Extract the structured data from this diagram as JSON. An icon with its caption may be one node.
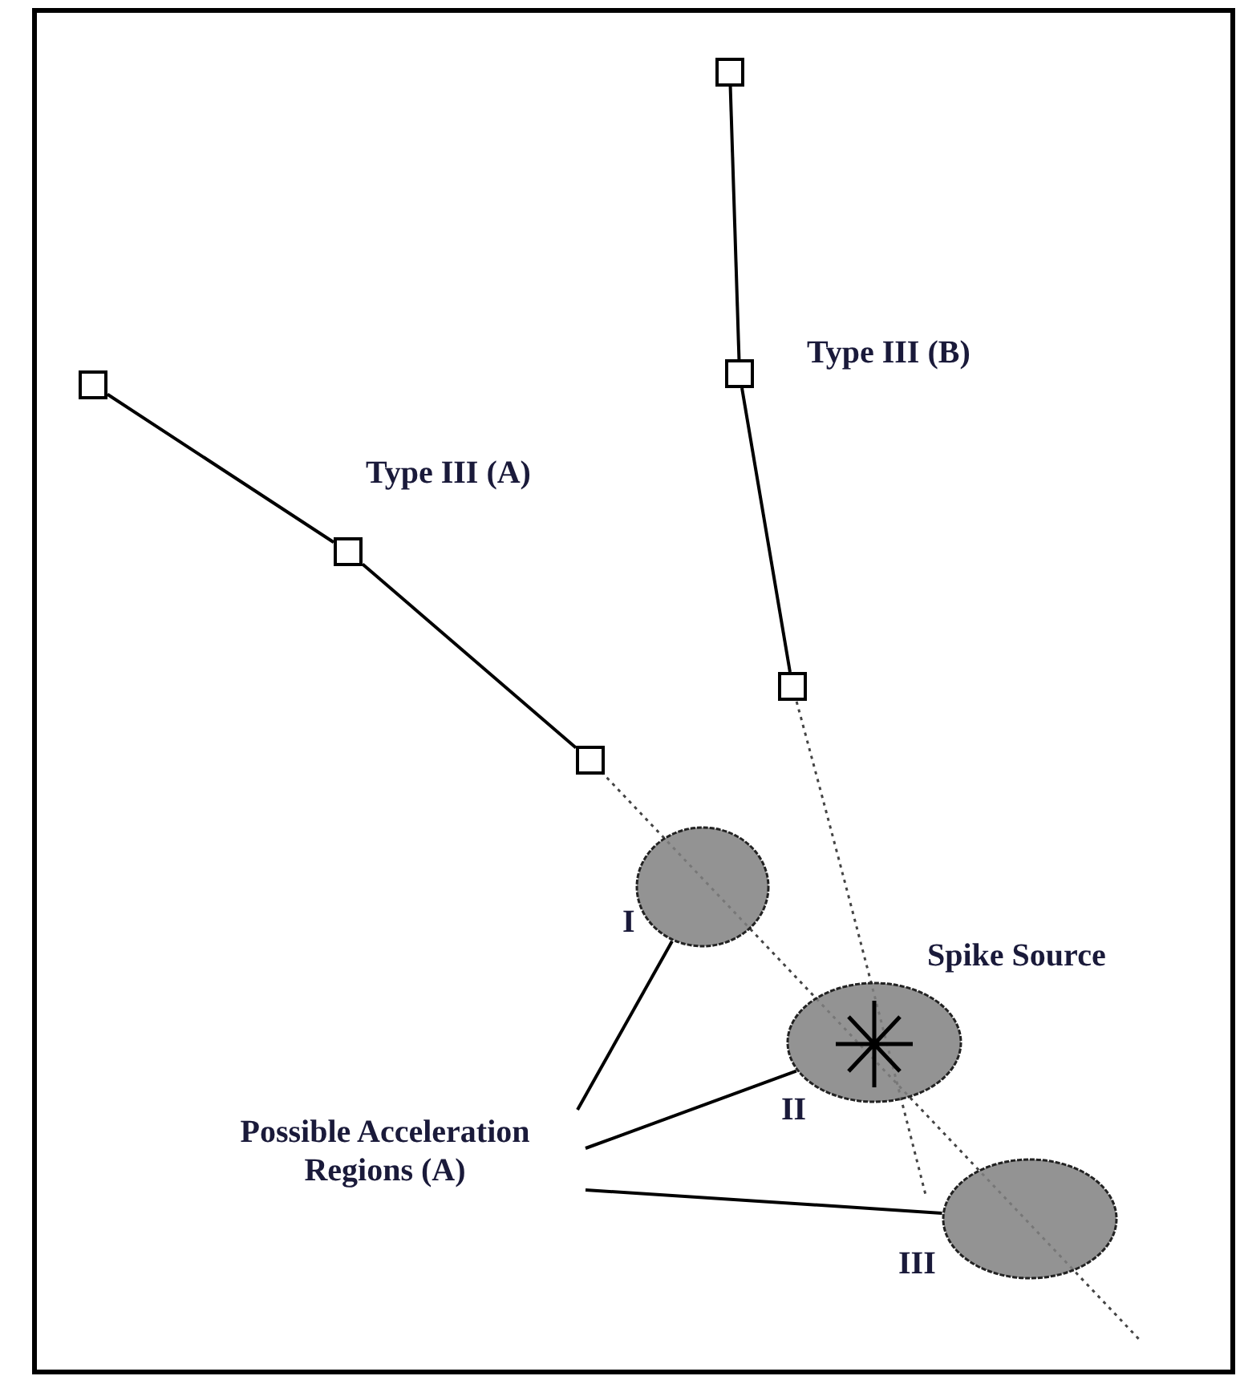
{
  "diagram": {
    "nodes": [
      {
        "text": [],
        "shape": "box"
      },
      {
        "text": [],
        "shape": "box"
      },
      {
        "text": [],
        "shape": "box"
      },
      {
        "text": [],
        "shape": "box"
      },
      {
        "text": [],
        "shape": "box"
      },
      {
        "text": [],
        "shape": "box"
      },
      {
        "text": [
          "I"
        ]
      },
      {
        "text": [
          "II"
        ]
      },
      {
        "text": [
          "III"
        ]
      },
      {
        "text": [
          "Possible Acceleration Regions (A)"
        ]
      }
    ],
    "edges": [
      {
        "from": 0,
        "to": 1,
        "arrow": "none"
      },
      {
        "from": 1,
        "to": 2,
        "arrow": "none"
      },
      {
        "from": 3,
        "to": 4,
        "arrow": "none"
      },
      {
        "from": 4,
        "to": 5,
        "arrow": "none"
      },
      {
        "from": 9,
        "to": 6,
        "arrow": "none"
      },
      {
        "from": 9,
        "to": 7,
        "arrow": "none"
      },
      {
        "from": 9,
        "to": 8,
        "arrow": "none"
      }
    ],
    "labels": [
      "Type III (B)",
      "Type III (A)",
      "Spike Source"
    ]
  }
}
